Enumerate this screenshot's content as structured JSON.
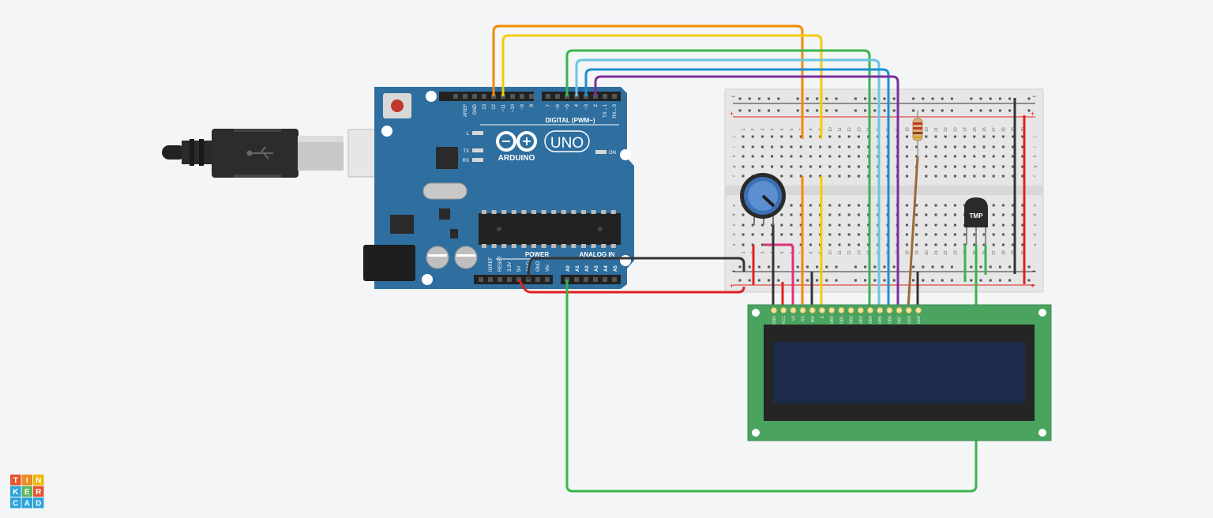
{
  "arduino": {
    "brand": "ARDUINO",
    "model": "UNO",
    "digital_label": "DIGITAL (PWM~)",
    "power_label": "POWER",
    "analog_label": "ANALOG IN",
    "on_label": "ON",
    "l_label": "L",
    "tx_label": "TX",
    "rx_label": "RX",
    "digital_pins": [
      "AREF",
      "GND",
      "13",
      "12",
      "~11",
      "~10",
      "~9",
      "8",
      "7",
      "~6",
      "~5",
      "4",
      "~3",
      "2",
      "TX→1",
      "RX←0"
    ],
    "power_pins": [
      "IOREF",
      "RESET",
      "3.3V",
      "5V",
      "GND",
      "GND",
      "Vin"
    ],
    "analog_pins": [
      "A0",
      "A1",
      "A2",
      "A3",
      "A4",
      "A5"
    ]
  },
  "breadboard": {
    "row_letters_top": [
      "j",
      "i",
      "h",
      "g",
      "f"
    ],
    "row_letters_bottom": [
      "e",
      "d",
      "c",
      "b",
      "a"
    ],
    "column_numbers": [
      "1",
      "2",
      "3",
      "4",
      "5",
      "6",
      "7",
      "8",
      "9",
      "10",
      "11",
      "12",
      "13",
      "14",
      "15",
      "16",
      "17",
      "18",
      "19",
      "20",
      "21",
      "22",
      "23",
      "24",
      "25",
      "26",
      "27",
      "28",
      "29",
      "30"
    ],
    "rail_plus": "+",
    "rail_minus": "−"
  },
  "sensor": {
    "label": "TMP"
  },
  "lcd": {
    "pins": [
      "GND",
      "VCC",
      "V0",
      "RS",
      "RW",
      "E",
      "DB0",
      "DB1",
      "DB2",
      "DB3",
      "DB4",
      "DB5",
      "DB6",
      "DB7",
      "LED",
      "LED"
    ]
  },
  "logo": {
    "letters": [
      "T",
      "I",
      "N",
      "K",
      "E",
      "R",
      "C",
      "A",
      "D"
    ]
  },
  "colors": {
    "arduino": "#2f6f9f",
    "breadboard": "#e6e6e6",
    "lcd_pcb": "#4aa35e",
    "lcd_screen": "#1e2a4a",
    "wire_orange": "#f08a00",
    "wire_yellow": "#f2cc00",
    "wire_green": "#3ab54a",
    "wire_lightblue": "#6cc5e0",
    "wire_blue": "#1e8fd0",
    "wire_purple": "#7b2f9e",
    "wire_red": "#e02020",
    "wire_black": "#333333",
    "wire_pink": "#e0307a",
    "wire_brown": "#9a6a3a"
  }
}
